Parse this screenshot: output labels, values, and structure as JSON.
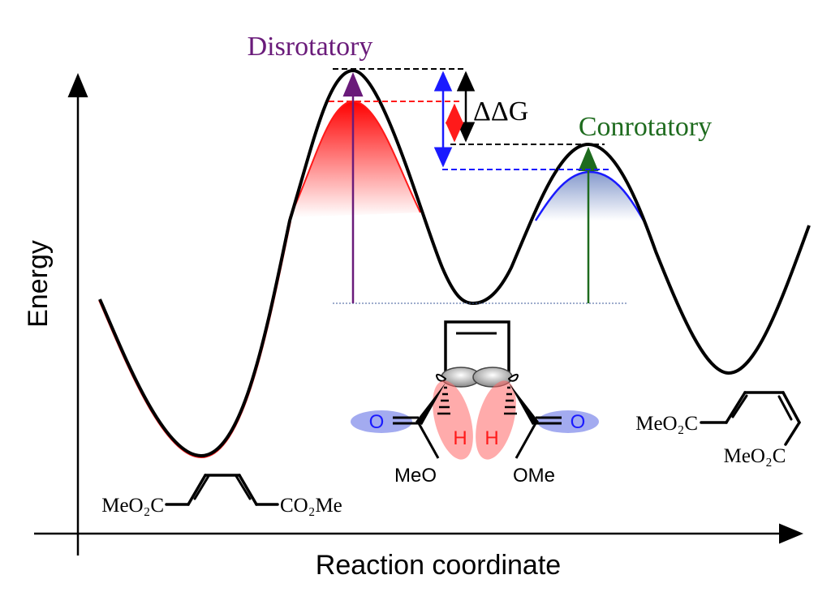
{
  "axes": {
    "x_label": "Reaction coordinate",
    "y_label": "Energy"
  },
  "labels": {
    "disrotatory": "Disrotatory",
    "conrotatory": "Conrotatory",
    "ddg": "ΔΔG"
  },
  "reactant": {
    "left_group": "MeO₂C",
    "right_group": "CO₂Me"
  },
  "product": {
    "top_group": "MeO₂C",
    "bottom_group": "MeO₂C"
  },
  "intermediate": {
    "left_o": "O",
    "right_o": "O",
    "left_h": "H",
    "right_h": "H",
    "left_ome": "MeO",
    "right_ome": "OMe"
  },
  "colors": {
    "disrotatory": "#6a1b7a",
    "conrotatory": "#1e6b1e",
    "red_surface": "#ff1a1a",
    "blue_surface": "#1a1aff",
    "curve": "#000000"
  }
}
